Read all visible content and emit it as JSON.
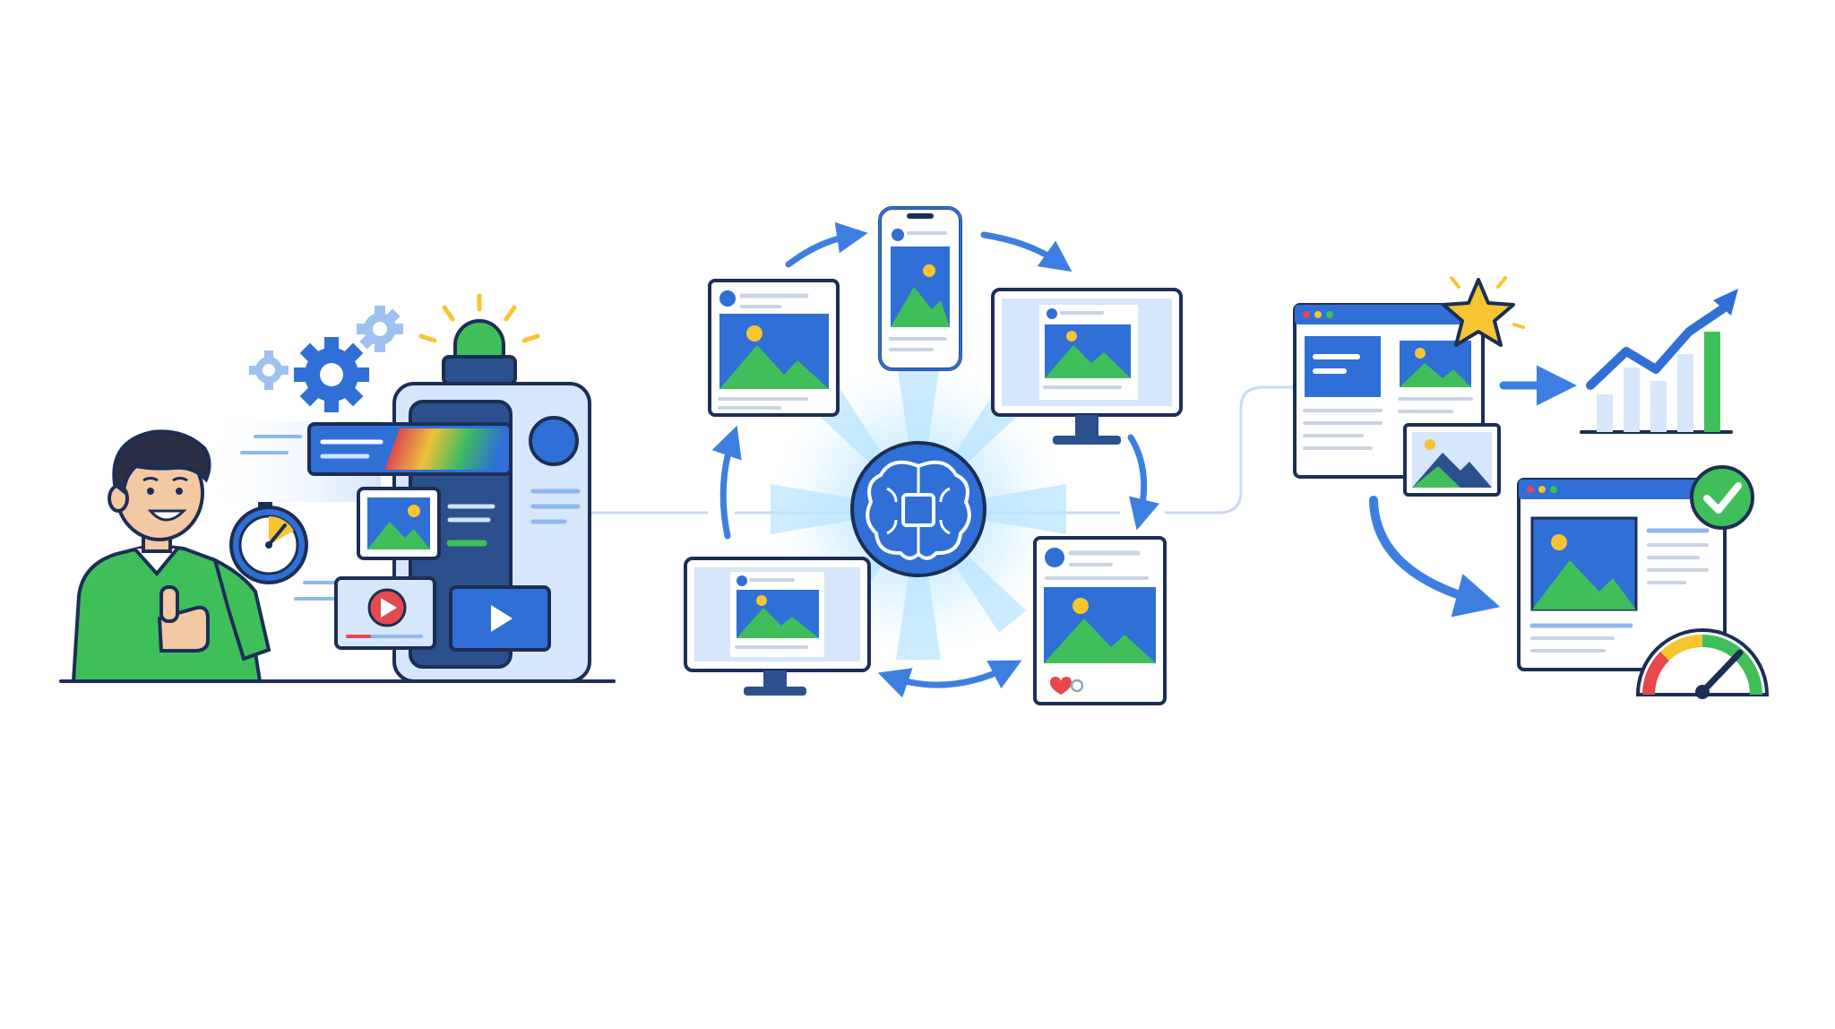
{
  "colors": {
    "background": "#ffffff",
    "primary_blue": "#2f6fd6",
    "dark_navy": "#1c2e55",
    "light_blue": "#d6e6fb",
    "pale_blue": "#eaf2fd",
    "green": "#3fbf5a",
    "yellow": "#f7c531",
    "red": "#e5484d",
    "orange": "#f08c35",
    "skin": "#f3c9a3",
    "hair": "#2a2f45",
    "grey": "#c9d3e3"
  },
  "icons": {
    "person": "person-with-stopwatch-icon",
    "stopwatch": "stopwatch-icon",
    "gears": "gear-icon",
    "alarm_light": "alarm-light-icon",
    "server": "server-tower-icon",
    "video_play": "play-icon",
    "brain": "ai-brain-icon",
    "phone": "smartphone-icon",
    "monitor": "monitor-icon",
    "social_post": "social-post-icon",
    "arrow": "arrow-icon",
    "star": "star-icon",
    "chart": "growth-chart-icon",
    "check": "check-badge-icon",
    "gauge": "speed-gauge-icon",
    "image": "image-icon",
    "browser": "browser-window-icon"
  },
  "stages": [
    {
      "id": "creation",
      "icon": "person-with-stopwatch-icon"
    },
    {
      "id": "ai-distribution",
      "icon": "ai-brain-icon"
    },
    {
      "id": "optimized-results",
      "icon": "growth-chart-icon"
    }
  ]
}
